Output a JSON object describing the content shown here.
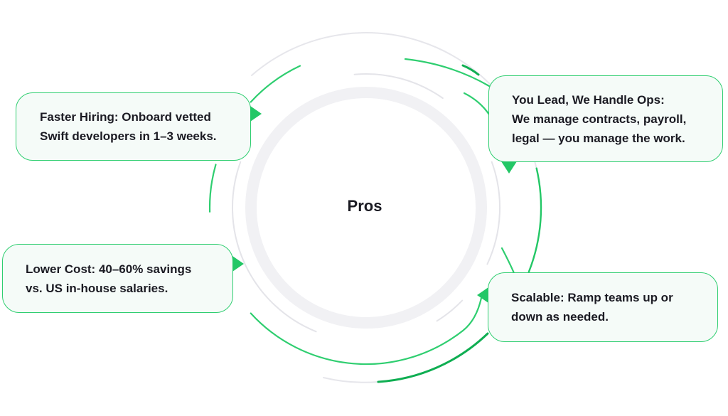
{
  "diagram": {
    "center_label": "Pros",
    "callouts": [
      {
        "id": "faster-hiring",
        "lines": [
          "Faster Hiring: Onboard vetted",
          "Swift developers in 1–3 weeks."
        ],
        "pointer": "right"
      },
      {
        "id": "you-lead-we-handle-ops",
        "lines": [
          "You Lead, We Handle Ops:",
          "We manage contracts, payroll,",
          "legal — you manage the work."
        ],
        "pointer": "down"
      },
      {
        "id": "lower-cost",
        "lines": [
          "Lower Cost: 40–60% savings",
          "vs. US in-house salaries."
        ],
        "pointer": "right"
      },
      {
        "id": "scalable",
        "lines": [
          "Scalable: Ramp teams up or",
          "down as needed."
        ],
        "pointer": "left"
      }
    ],
    "colors": {
      "accent_green": "#23c766",
      "accent_green_dark": "#0fae52",
      "ring_gray": "#f1f1f4",
      "arc_gray": "#e6e6eb",
      "callout_fill": "#f5fbf8",
      "text": "#1b1b23"
    }
  }
}
